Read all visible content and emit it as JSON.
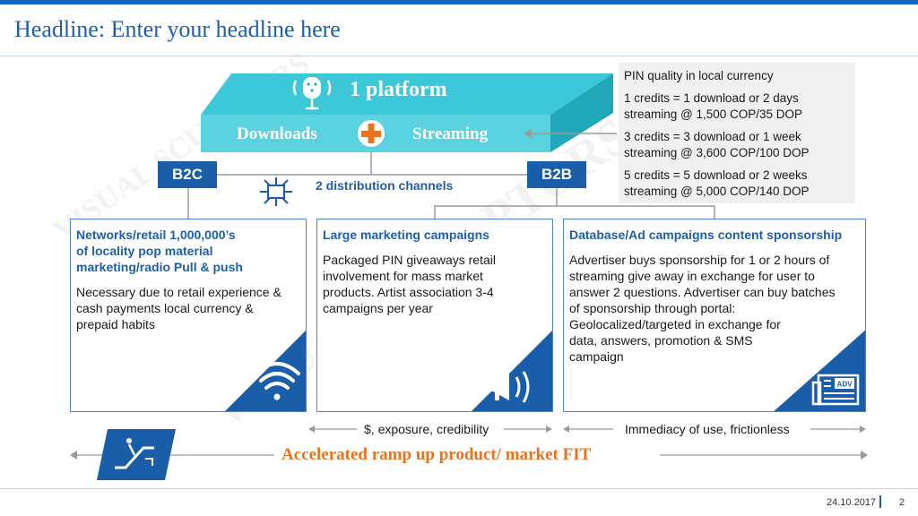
{
  "headline": "Headline: Enter your headline here",
  "platform": {
    "title": "1 platform",
    "left_label": "Downloads",
    "right_label": "Streaming"
  },
  "pricing": {
    "title": "PIN quality in local currency",
    "items": [
      {
        "line1": "1 credits = 1 download or 2 days",
        "line2": "streaming @ 1,500 COP/35 DOP"
      },
      {
        "line1": "3 credits = 3 download or 1 week",
        "line2": "streaming @ 3,600 COP/100 DOP"
      },
      {
        "line1": "5 credits = 5 download or 2 weeks",
        "line2": "streaming @ 5,000 COP/140 DOP"
      }
    ]
  },
  "channels": {
    "left": "B2C",
    "right": "B2B",
    "label": "2 distribution channels"
  },
  "panels": [
    {
      "title_lines": [
        "Networks/retail 1,000,000’s",
        "of locality pop material",
        "marketing/radio Pull & push"
      ],
      "body_lines": [
        "Necessary due to retail experience &",
        "cash payments local currency &",
        "prepaid habits"
      ]
    },
    {
      "title_lines": [
        "Large marketing campaigns"
      ],
      "body_lines": [
        "Packaged PIN giveaways retail",
        "involvement for mass market",
        "products. Artist association 3-4",
        "campaigns per year"
      ]
    },
    {
      "title_lines": [
        "Database/Ad campaigns content sponsorship"
      ],
      "body_lines": [
        "Advertiser buys sponsorship for 1 or 2 hours of",
        "streaming give away in exchange for user to",
        "answer 2 questions. Advertiser can buy batches",
        "of sponsorship through portal:",
        "Geolocalized/targeted in exchange for",
        "data, answers, promotion & SMS",
        "campaign"
      ],
      "badge": "ADV"
    }
  ],
  "axes": {
    "mid": "$, exposure, credibility",
    "right": "Immediacy of use, frictionless"
  },
  "ramp": "Accelerated ramp up product/ market FIT",
  "watermark": "VISUAL SCULPTORS",
  "footer": {
    "date": "24.10.2017",
    "page": "2"
  },
  "colors": {
    "primary": "#1a5da8",
    "cyan": "#3cc8d8",
    "orange": "#e8731f",
    "headline": "#1f5fa8"
  }
}
